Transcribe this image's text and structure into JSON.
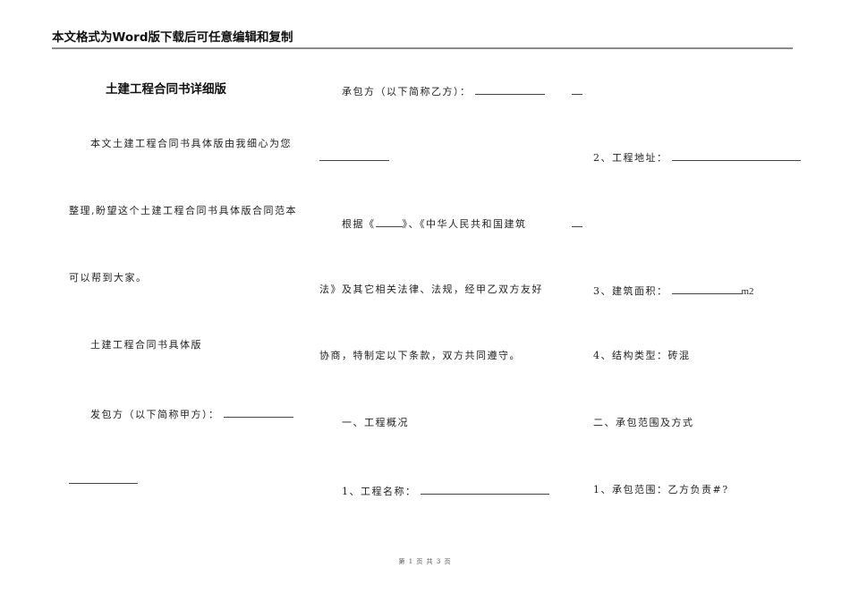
{
  "header": {
    "banner_text": "本文格式为Word版下载后可任意编辑和复制"
  },
  "document": {
    "title": "土建工程合同书详细版",
    "column1": {
      "intro_line1": "本文土建工程合同书具体版由我细心为您",
      "intro_line2": "整理,盼望这个土建工程合同书具体版合同范本",
      "intro_line3": "可以帮到大家。",
      "subtitle": "土建工程合同书具体版",
      "party_a_label": "发包方（以下简称甲方）："
    },
    "column2": {
      "party_b_label": "承包方（以下简称乙方）：",
      "basis_prefix": "根据《",
      "basis_suffix": "》、《中华人民共和国建筑",
      "basis_line2": "法》及其它相关法律、法规，经甲乙双方友好",
      "basis_line3": "协商，特制定以下条款，双方共同遵守。",
      "section1_heading": "一、工程概况",
      "project_name_label": "1、工程名称："
    },
    "column3": {
      "project_address_label": "2、工程地址：",
      "building_area_label": "3、建筑面积：",
      "building_area_unit": "m2",
      "structure_type_label": "4、结构类型：",
      "structure_type_value": "砖混",
      "section2_heading": "二、承包范围及方式",
      "scope_label": "1、承包范围：",
      "scope_value": "乙方负责#?"
    }
  },
  "footer": {
    "page_indicator": "第 1 页 共 3 页"
  }
}
